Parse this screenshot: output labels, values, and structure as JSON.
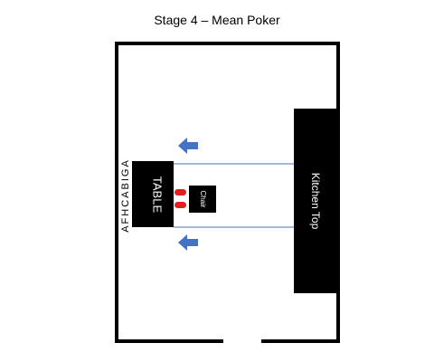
{
  "title": "Stage 4 – Mean Poker",
  "labels": {
    "table": "TABLE",
    "chair": "Chair",
    "kitchen_top": "Kitchen Top",
    "wall_letters": "AFHCABIGA"
  },
  "icons": {
    "upper_arrow": "arrow-left-icon",
    "lower_arrow": "arrow-left-icon"
  },
  "colors": {
    "wall": "#000000",
    "furniture": "#000000",
    "furniture_text": "#ffffff",
    "arrow": "#4472c4",
    "guide_line": "#4472c4",
    "chair_marks": "#e0201c"
  }
}
